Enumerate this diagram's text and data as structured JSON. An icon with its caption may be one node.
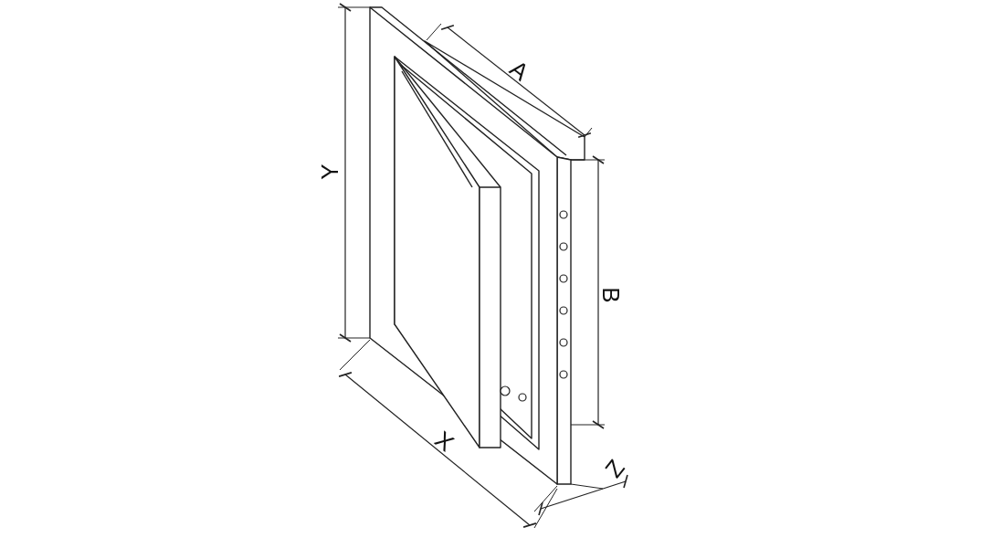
{
  "diagram": {
    "labels": [
      "Y",
      "A",
      "B",
      "X",
      "Z"
    ]
  }
}
